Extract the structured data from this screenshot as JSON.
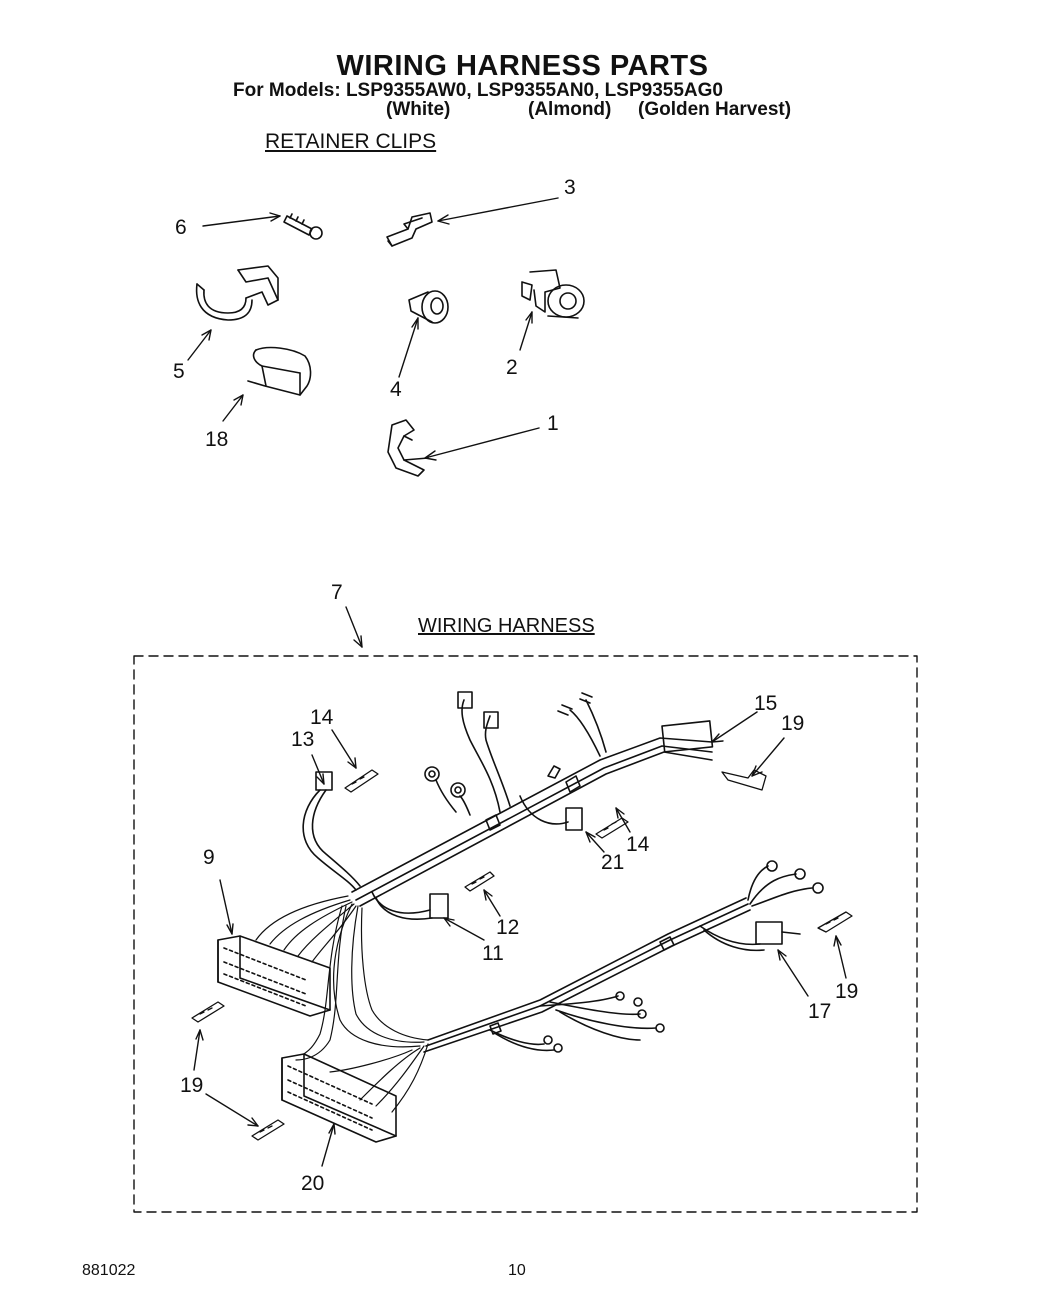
{
  "header": {
    "title": "WIRING HARNESS PARTS",
    "models_line": "For Models: LSP9355AW0,  LSP9355AN0,  LSP9355AG0",
    "colors": [
      "(White)",
      "(Almond)",
      "(Golden Harvest)"
    ]
  },
  "sections": {
    "retainer_clips": "RETAINER CLIPS",
    "wiring_harness": "WIRING HARNESS"
  },
  "callouts": {
    "c1": "1",
    "c2": "2",
    "c3": "3",
    "c4": "4",
    "c5": "5",
    "c6": "6",
    "c18": "18",
    "c7": "7",
    "c14a": "14",
    "c13": "13",
    "c15": "15",
    "c19a": "19",
    "c14b": "14",
    "c21": "21",
    "c9": "9",
    "c12": "12",
    "c11": "11",
    "c17": "17",
    "c19b": "19",
    "c19c": "19",
    "c20": "20"
  },
  "footer": {
    "doc_number": "881022",
    "page_number": "10"
  }
}
